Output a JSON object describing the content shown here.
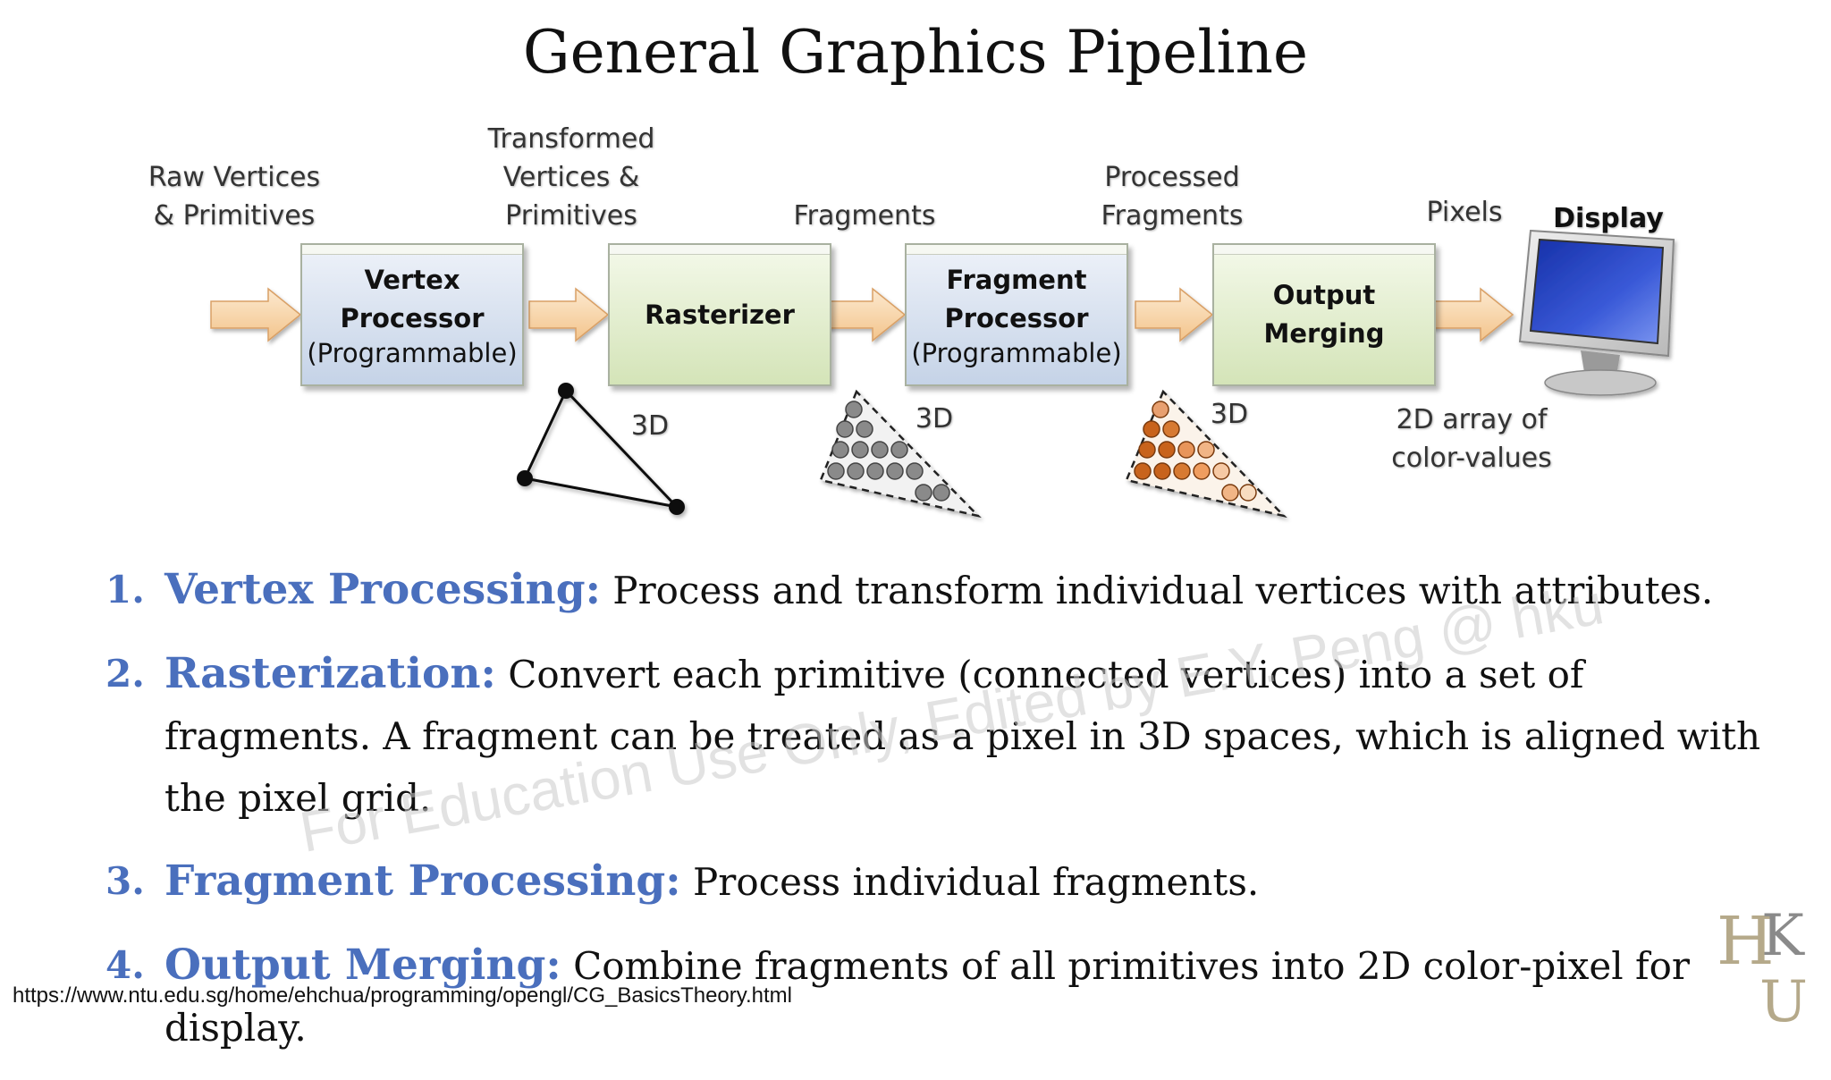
{
  "title": "General Graphics Pipeline",
  "captions": {
    "raw_vertices": "Raw Vertices\n& Primitives",
    "transformed_vertices": "Transformed\nVertices &\nPrimitives",
    "fragments": "Fragments",
    "processed_fragments": "Processed\nFragments",
    "pixels": "Pixels",
    "display": "Display",
    "array_2d": "2D array of\ncolor-values"
  },
  "stages": [
    {
      "name": "Vertex\nProcessor",
      "sub": "(Programmable)"
    },
    {
      "name": "Rasterizer",
      "sub": ""
    },
    {
      "name": "Fragment\nProcessor",
      "sub": "(Programmable)"
    },
    {
      "name": "Output\nMerging",
      "sub": ""
    }
  ],
  "dimension_labels": {
    "d1": "3D",
    "d2": "3D",
    "d3": "3D"
  },
  "steps": [
    {
      "number": "1.",
      "term": "Vertex Processing:",
      "text": " Process and transform individual vertices with attributes."
    },
    {
      "number": "2.",
      "term": "Rasterization:",
      "text": " Convert each primitive (connected vertices) into a set of fragments. A fragment can be treated as a pixel in 3D spaces, which is aligned with the pixel grid."
    },
    {
      "number": "3.",
      "term": "Fragment Processing:",
      "text": " Process individual fragments."
    },
    {
      "number": "4.",
      "term": "Output Merging:",
      "text": " Combine fragments of all primitives into 2D color-pixel for display."
    }
  ],
  "watermark": "For Education Use Only, Edited by E.Y. Peng @ hku",
  "source_url": "https://www.ntu.edu.sg/home/ehchua/programming/opengl/CG_BasicsTheory.html",
  "logo_text": {
    "left": "H",
    "right": "K",
    "bottom": "U"
  },
  "colors": {
    "accent_blue": "#4a6fbd",
    "arrow_fill": "#f8d7a8",
    "processor_blue": "#c5d3e7",
    "stage_green": "#d4e4b8"
  }
}
